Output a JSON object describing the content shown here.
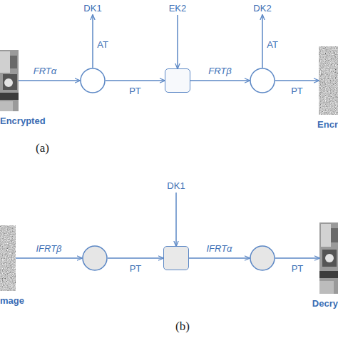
{
  "diagram": {
    "nodes": [
      {
        "text": [
          "Encrypted"
        ]
      },
      {
        "text": [
          "DK1"
        ]
      },
      {
        "text": []
      },
      {
        "text": [
          "EK2"
        ]
      },
      {
        "text": []
      },
      {
        "text": [
          "DK2"
        ]
      },
      {
        "text": []
      },
      {
        "text": [
          "Encr"
        ]
      },
      {
        "text": [
          "DK1"
        ]
      },
      {
        "text": [
          "mage"
        ]
      },
      {
        "text": []
      },
      {
        "text": []
      },
      {
        "text": []
      },
      {
        "text": [
          "Decry"
        ]
      }
    ],
    "edges": [
      {
        "from": 0,
        "to": 2,
        "label": "FRTα",
        "arrow": "to"
      },
      {
        "from": 2,
        "to": 1,
        "label": "AT",
        "arrow": "to"
      },
      {
        "from": 2,
        "to": 4,
        "label": "PT",
        "arrow": "to"
      },
      {
        "from": 3,
        "to": 4,
        "arrow": "to"
      },
      {
        "from": 4,
        "to": 6,
        "label": "FRTβ",
        "arrow": "to"
      },
      {
        "from": 6,
        "to": 5,
        "label": "AT",
        "arrow": "to"
      },
      {
        "from": 6,
        "to": 7,
        "label": "PT",
        "arrow": "to"
      },
      {
        "from": 9,
        "to": 10,
        "label": "IFRTβ",
        "arrow": "to"
      },
      {
        "from": 10,
        "to": 11,
        "label": "PT",
        "arrow": "to"
      },
      {
        "from": 8,
        "to": 11,
        "arrow": "to"
      },
      {
        "from": 11,
        "to": 12,
        "label": "IFRTα",
        "arrow": "to"
      },
      {
        "from": 12,
        "to": 13,
        "label": "PT",
        "arrow": "to"
      }
    ],
    "labels": [
      "(a)",
      "(b)"
    ]
  }
}
